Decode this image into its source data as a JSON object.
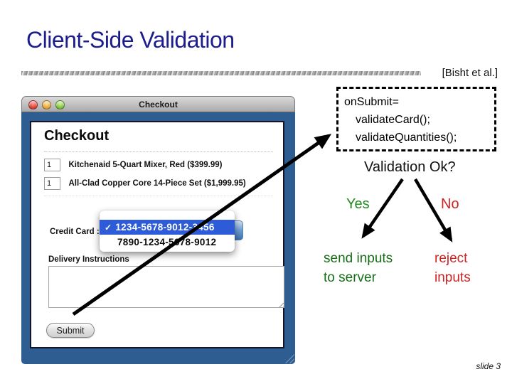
{
  "slide": {
    "title": "Client-Side Validation",
    "citation": "[Bisht et al.]",
    "page_label": "slide 3"
  },
  "colors": {
    "title_navy": "#1C1C8E",
    "frame_blue": "#2E5D92",
    "highlight_blue": "#2E5CD8",
    "yes_green": "#1E8A1E",
    "outcome_green": "#176E17",
    "no_red": "#D42020",
    "outcome_red": "#CC2424"
  },
  "code_box": {
    "lines": [
      "onSubmit=",
      "validateCard();",
      "validateQuantities();"
    ]
  },
  "flow": {
    "question": "Validation Ok?",
    "yes_label": "Yes",
    "no_label": "No",
    "yes_outcome": [
      "send inputs",
      "to server"
    ],
    "no_outcome": [
      "reject",
      "inputs"
    ]
  },
  "checkout_window": {
    "titlebar_title": "Checkout",
    "heading": "Checkout",
    "items": [
      {
        "qty": "1",
        "label": "Kitchenaid 5-Quart Mixer, Red ($399.99)"
      },
      {
        "qty": "1",
        "label": "All-Clad Copper Core 14-Piece Set ($1,999.95)"
      }
    ],
    "credit_card_label": "Credit Card :",
    "card_menu": {
      "checkmark": "✓",
      "selected_option": "1234-5678-9012-3456",
      "other_option": "7890-1234-5678-9012"
    },
    "delivery_label": "Delivery Instructions",
    "submit_label": "Submit"
  }
}
